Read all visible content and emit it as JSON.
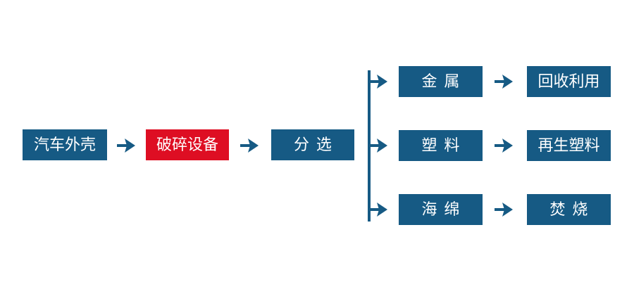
{
  "diagram": {
    "type": "flowchart",
    "colors": {
      "node_blue": "#165a84",
      "highlight_red": "#de0e23",
      "text": "#ffffff",
      "background": "#ffffff"
    },
    "icons": {
      "arrow_right_glyph": "→"
    },
    "flow": {
      "main": [
        {
          "id": "car-shell",
          "label": "汽车外壳",
          "color": "blue"
        },
        {
          "id": "crusher",
          "label": "破碎设备",
          "color": "red"
        },
        {
          "id": "sorting",
          "label": "分选",
          "color": "blue"
        }
      ],
      "branches": [
        {
          "source": "金属",
          "result": "回收利用"
        },
        {
          "source": "塑料",
          "result": "再生塑料"
        },
        {
          "source": "海绵",
          "result": "焚烧"
        }
      ]
    }
  }
}
